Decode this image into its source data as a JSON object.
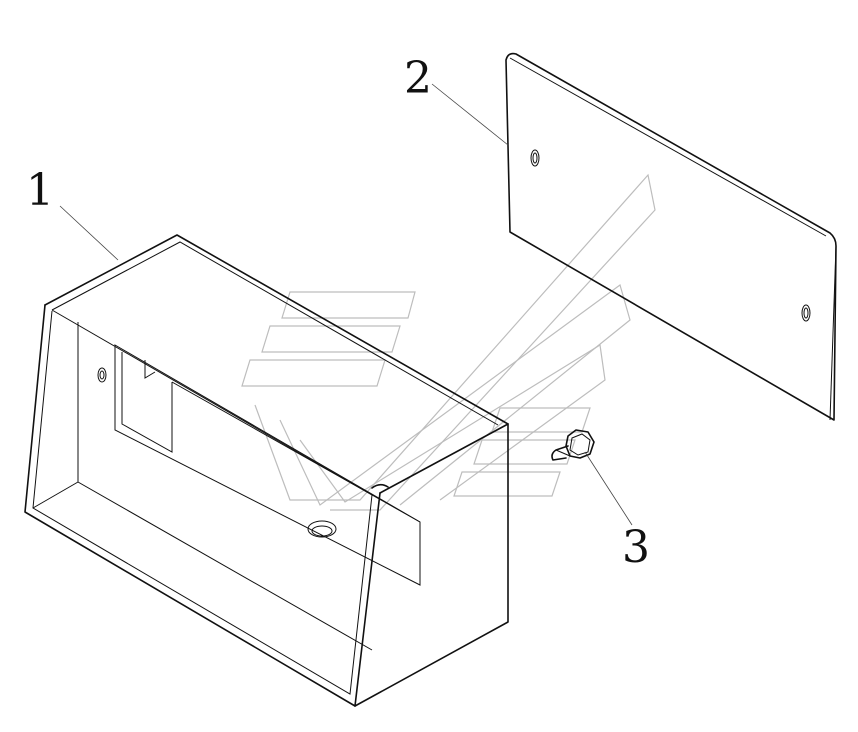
{
  "callouts": [
    {
      "id": "callout-1",
      "label": "1"
    },
    {
      "id": "callout-2",
      "label": "2"
    },
    {
      "id": "callout-3",
      "label": "3"
    }
  ],
  "colors": {
    "line": "#111111",
    "watermark": "#bdbdbd",
    "background": "#ffffff"
  },
  "parts": [
    "housing",
    "mounting-plate",
    "bolt"
  ]
}
